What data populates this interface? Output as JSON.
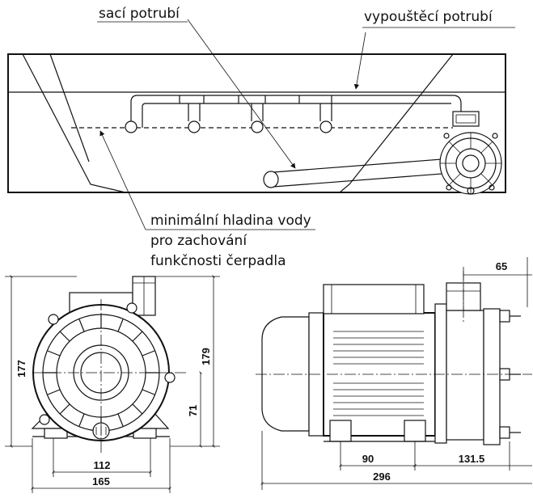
{
  "labels": {
    "suction_pipe": "sací potrubí",
    "discharge_pipe": "vypouštěcí potrubí",
    "min_level_line1": "minimální hladina vody",
    "min_level_line2": "pro zachování",
    "min_level_line3": "funkčnosti čerpadla"
  },
  "dimensions": {
    "front_height_total": "177",
    "front_height_outlet": "179",
    "front_axis_height": "71",
    "front_base_inner": "112",
    "front_base_outer": "165",
    "side_outlet_offset": "65",
    "side_foot_spacing": "90",
    "side_pump_length": "131.5",
    "side_total_length": "296"
  }
}
